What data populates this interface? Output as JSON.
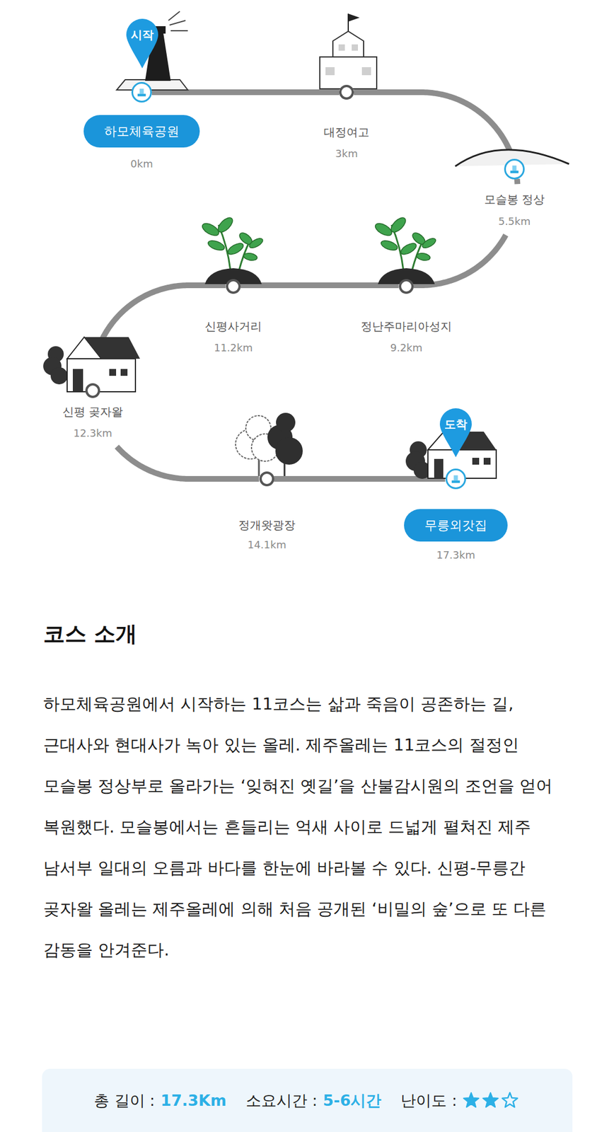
{
  "diagram": {
    "nodes": [
      {
        "text": [
          "하모체육공원",
          "0km"
        ]
      },
      {
        "text": [
          "대정여고",
          "3km"
        ]
      },
      {
        "text": [
          "모슬봉 정상",
          "5.5km"
        ]
      },
      {
        "text": [
          "정난주마리아성지",
          "9.2km"
        ]
      },
      {
        "text": [
          "신평사거리",
          "11.2km"
        ]
      },
      {
        "text": [
          "신평 곶자왈",
          "12.3km"
        ]
      },
      {
        "text": [
          "정개왓광장",
          "14.1km"
        ]
      },
      {
        "text": [
          "무릉외갓집",
          "17.3km"
        ]
      }
    ],
    "edges": [
      {
        "from": 0,
        "to": 1,
        "arrow": "none"
      },
      {
        "from": 1,
        "to": 2,
        "arrow": "none"
      },
      {
        "from": 2,
        "to": 3,
        "arrow": "none"
      },
      {
        "from": 3,
        "to": 4,
        "arrow": "none"
      },
      {
        "from": 4,
        "to": 5,
        "arrow": "none"
      },
      {
        "from": 5,
        "to": 6,
        "arrow": "none"
      },
      {
        "from": 6,
        "to": 7,
        "arrow": "none"
      }
    ],
    "labels": [
      "시작",
      "도착",
      "코스 소개",
      "하모체육공원에서 시작하는 11코스는 삶과 죽음이 공존하는 길, 근대사와 현대사가 녹아 있는 올레. 제주올레는 11코스의 절정인 모슬봉 정상부로 올라가는 ‘잊혀진 옛길’을 산불감시원의 조언을 얻어 복원했다. 모슬봉에서는 흔들리는 억새 사이로 드넓게 펼쳐진 제주 남서부 일대의 오름과 바다를 한눈에 바라볼 수 있다. 신평-무릉간 곶자왈 올레는 제주올레에 의해 처음 공개된 ‘비밀의 숲’으로 또 다른 감동을 안겨준다.",
      "총 길이 :",
      "17.3Km",
      "소요시간 :",
      "5-6시간",
      "난이도 :"
    ]
  }
}
